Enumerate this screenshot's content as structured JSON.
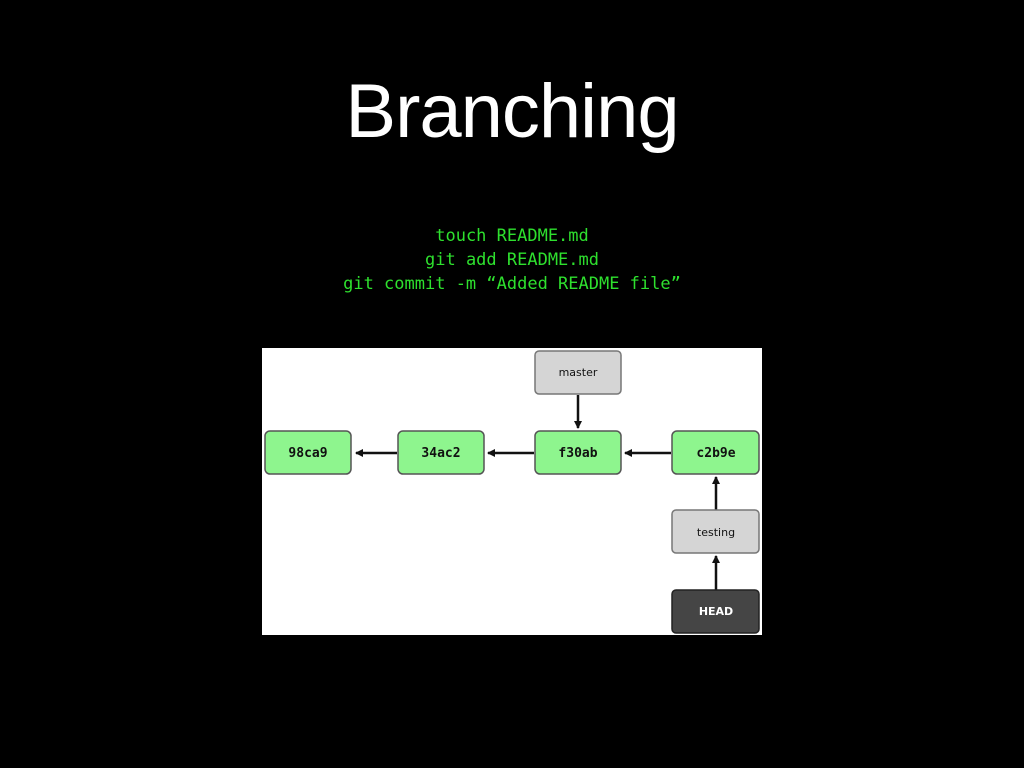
{
  "slide": {
    "title": "Branching",
    "code_lines": [
      "touch README.md",
      "git add README.md",
      "git commit -m “Added README file”"
    ]
  },
  "diagram": {
    "commits": [
      "98ca9",
      "34ac2",
      "f30ab",
      "c2b9e"
    ],
    "branches": {
      "master": "master",
      "testing": "testing"
    },
    "head": "HEAD"
  },
  "colors": {
    "background": "#000000",
    "title": "#ffffff",
    "code": "#2ee02e",
    "commit_fill": "#8ef58e",
    "branch_fill": "#d5d5d5",
    "head_fill": "#454545",
    "arrow": "#111111"
  }
}
